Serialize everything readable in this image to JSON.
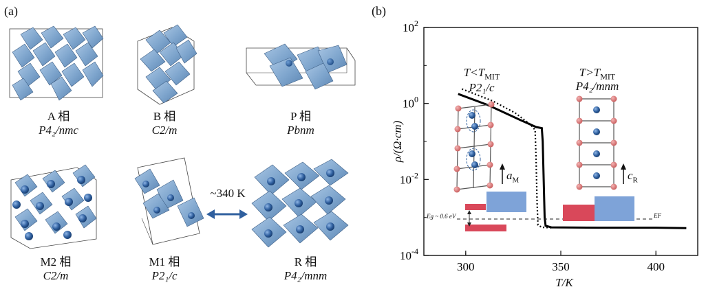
{
  "panel_a": {
    "tag": "(a)",
    "phases": [
      {
        "name": "A 相",
        "group": "P4₂/nmc"
      },
      {
        "name": "B 相",
        "group": "C2/m"
      },
      {
        "name": "P 相",
        "group": "Pbnm"
      },
      {
        "name": "M2 相",
        "group": "C2/m"
      },
      {
        "name": "M1 相",
        "group": "P2₁/c"
      },
      {
        "name": "R 相",
        "group": "P4₂/mnm"
      }
    ],
    "transition_label": "~340 K"
  },
  "panel_b": {
    "tag": "(b)",
    "low_T_label": "T<T",
    "low_T_sub": "MIT",
    "low_T_group": "P2₁/c",
    "high_T_label": "T>T",
    "high_T_sub": "MIT",
    "high_T_group": "P4₂/mnm",
    "a_axis": "a",
    "a_sub": "M",
    "c_axis": "c",
    "c_sub": "R",
    "gap_label": "Eg ~ 0.6 eV",
    "ef_label": "EF"
  },
  "chart_data": {
    "type": "line",
    "xlabel": "T/K",
    "ylabel": "ρ/(Ω·cm)",
    "xlim": [
      278,
      422
    ],
    "ylim_log10": [
      -4,
      2
    ],
    "xticks": [
      300,
      350,
      400
    ],
    "yticks": [
      "10^2",
      "10^0",
      "10^-2",
      "10^-4"
    ],
    "y_scale": "log",
    "series": [
      {
        "style": "solid",
        "color": "#000000",
        "points": [
          [
            296,
            0.25
          ],
          [
            312,
            -0.05
          ],
          [
            328,
            -0.42
          ],
          [
            337,
            -0.62
          ],
          [
            340,
            -0.65
          ],
          [
            340.5,
            -1.0
          ],
          [
            341,
            -2.0
          ],
          [
            341.5,
            -3.0
          ],
          [
            342,
            -3.22
          ],
          [
            345,
            -3.26
          ],
          [
            370,
            -3.27
          ],
          [
            400,
            -3.27
          ],
          [
            416,
            -3.28
          ]
        ]
      },
      {
        "style": "dotted",
        "color": "#000000",
        "points": [
          [
            298,
            0.38
          ],
          [
            314,
            0.07
          ],
          [
            326,
            -0.25
          ],
          [
            334,
            -0.55
          ],
          [
            336.5,
            -0.7
          ],
          [
            337,
            -1.5
          ],
          [
            337.5,
            -2.6
          ],
          [
            338,
            -3.2
          ],
          [
            340,
            -3.26
          ],
          [
            345,
            -3.27
          ]
        ]
      }
    ]
  }
}
